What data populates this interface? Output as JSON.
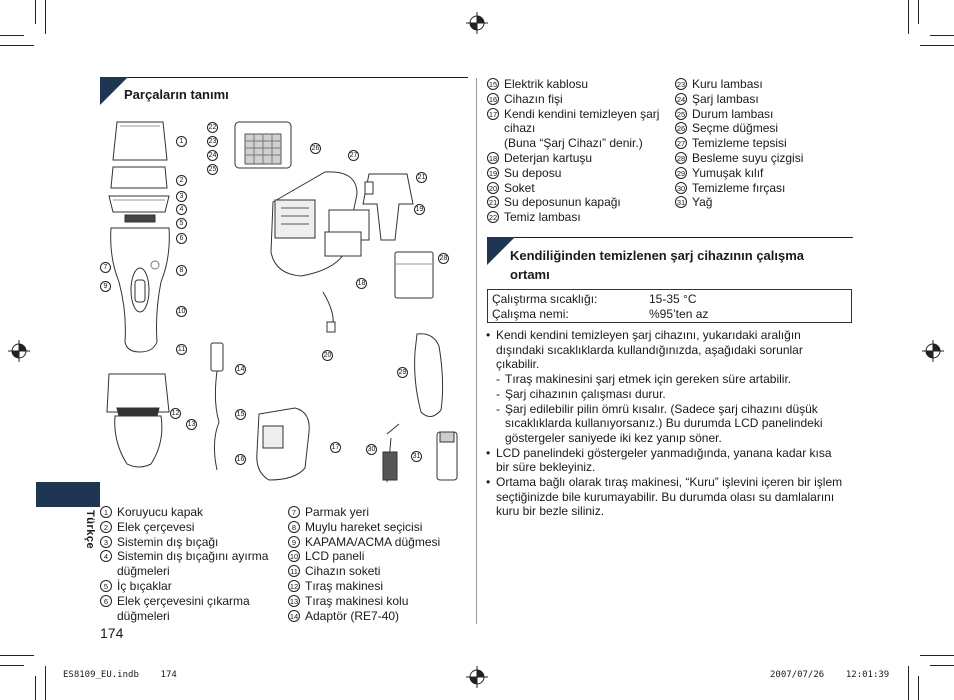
{
  "sections": {
    "parts_title": "Parçaların tanımı",
    "station_title_line1": "Kendiliğinden temizlenen şarj cihazının çalışma",
    "station_title_line2": "ortamı"
  },
  "left_parts": [
    {
      "num": "1",
      "label": "Koruyucu kapak"
    },
    {
      "num": "2",
      "label": "Elek çerçevesi"
    },
    {
      "num": "3",
      "label": "Sistemin dış bıçağı"
    },
    {
      "num": "4",
      "label": "Sistemin dış bıçağını ayırma",
      "label2": "düğmeleri"
    },
    {
      "num": "5",
      "label": "İç bıçaklar"
    },
    {
      "num": "6",
      "label": "Elek çerçevesini çıkarma",
      "label2": "düğmeleri"
    }
  ],
  "mid_parts": [
    {
      "num": "7",
      "label": "Parmak yeri"
    },
    {
      "num": "8",
      "label": "Muylu hareket seçicisi"
    },
    {
      "num": "9",
      "label": "KAPAMA/ACMA düğmesi"
    },
    {
      "num": "10",
      "label": "LCD paneli"
    },
    {
      "num": "11",
      "label": "Cihazın soketi"
    },
    {
      "num": "12",
      "label": "Tıraş makinesi"
    },
    {
      "num": "13",
      "label": "Tıraş makinesi kolu"
    },
    {
      "num": "14",
      "label": "Adaptör (RE7-40)"
    }
  ],
  "right_parts_a": [
    {
      "num": "15",
      "label": "Elektrik kablosu"
    },
    {
      "num": "16",
      "label": "Cihazın fişi"
    },
    {
      "num": "17",
      "label": "Kendi kendini temizleyen şarj",
      "label2": "cihazı",
      "label3": "(Buna “Şarj Cihazı” denir.)"
    },
    {
      "num": "18",
      "label": "Deterjan kartuşu"
    },
    {
      "num": "19",
      "label": "Su deposu"
    },
    {
      "num": "20",
      "label": "Soket"
    },
    {
      "num": "21",
      "label": "Su deposunun kapağı"
    },
    {
      "num": "22",
      "label": "Temiz lambası"
    }
  ],
  "right_parts_b": [
    {
      "num": "23",
      "label": "Kuru lambası"
    },
    {
      "num": "24",
      "label": "Şarj lambası"
    },
    {
      "num": "25",
      "label": "Durum lambası"
    },
    {
      "num": "26",
      "label": "Seçme düğmesi"
    },
    {
      "num": "27",
      "label": "Temizleme tepsisi"
    },
    {
      "num": "28",
      "label": "Besleme suyu çizgisi"
    },
    {
      "num": "29",
      "label": "Yumuşak kılıf"
    },
    {
      "num": "30",
      "label": "Temizleme fırçası"
    },
    {
      "num": "31",
      "label": "Yağ"
    }
  ],
  "env_table": {
    "row1_label": "Çalıştırma sıcaklığı:",
    "row1_value": "15-35 °C",
    "row2_label": "Çalışma nemi:",
    "row2_value": "%95’ten az"
  },
  "notes": {
    "b1_l1": "Kendi kendini temizleyen şarj cihazını, yukarıdaki aralığın",
    "b1_l2": "dışındaki sıcaklıklarda kullandığınızda, aşağıdaki sorunlar",
    "b1_l3": "çıkabilir.",
    "s1": "Tıraş makinesini şarj etmek için gereken süre artabilir.",
    "s2": "Şarj cihazının çalışması durur.",
    "s3_l1": "Şarj edilebilir pilin ömrü kısalır. (Sadece şarj cihazını düşük",
    "s3_l2": "sıcaklıklarda kullanıyorsanız.) Bu durumda LCD panelindeki",
    "s3_l3": "göstergeler saniyede iki kez yanıp söner.",
    "b2_l1": "LCD panelindeki göstergeler yanmadığında, yanana kadar kısa",
    "b2_l2": "bir süre bekleyiniz.",
    "b3_l1": "Ortama bağlı olarak tıraş makinesi, “Kuru” işlevini içeren bir işlem",
    "b3_l2": "seçtiğinizde bile kurumayabilir. Bu durumda olası su damlalarını",
    "b3_l3": "kuru bir bezle siliniz."
  },
  "page": {
    "number": "174",
    "side_tab": "Türkçe",
    "footer_file": "ES8109_EU.indb",
    "footer_page": "174",
    "footer_date": "2007/07/26",
    "footer_time": "12:01:39"
  },
  "colors": {
    "accent": "#1e3553",
    "line": "#1a1a1a"
  }
}
